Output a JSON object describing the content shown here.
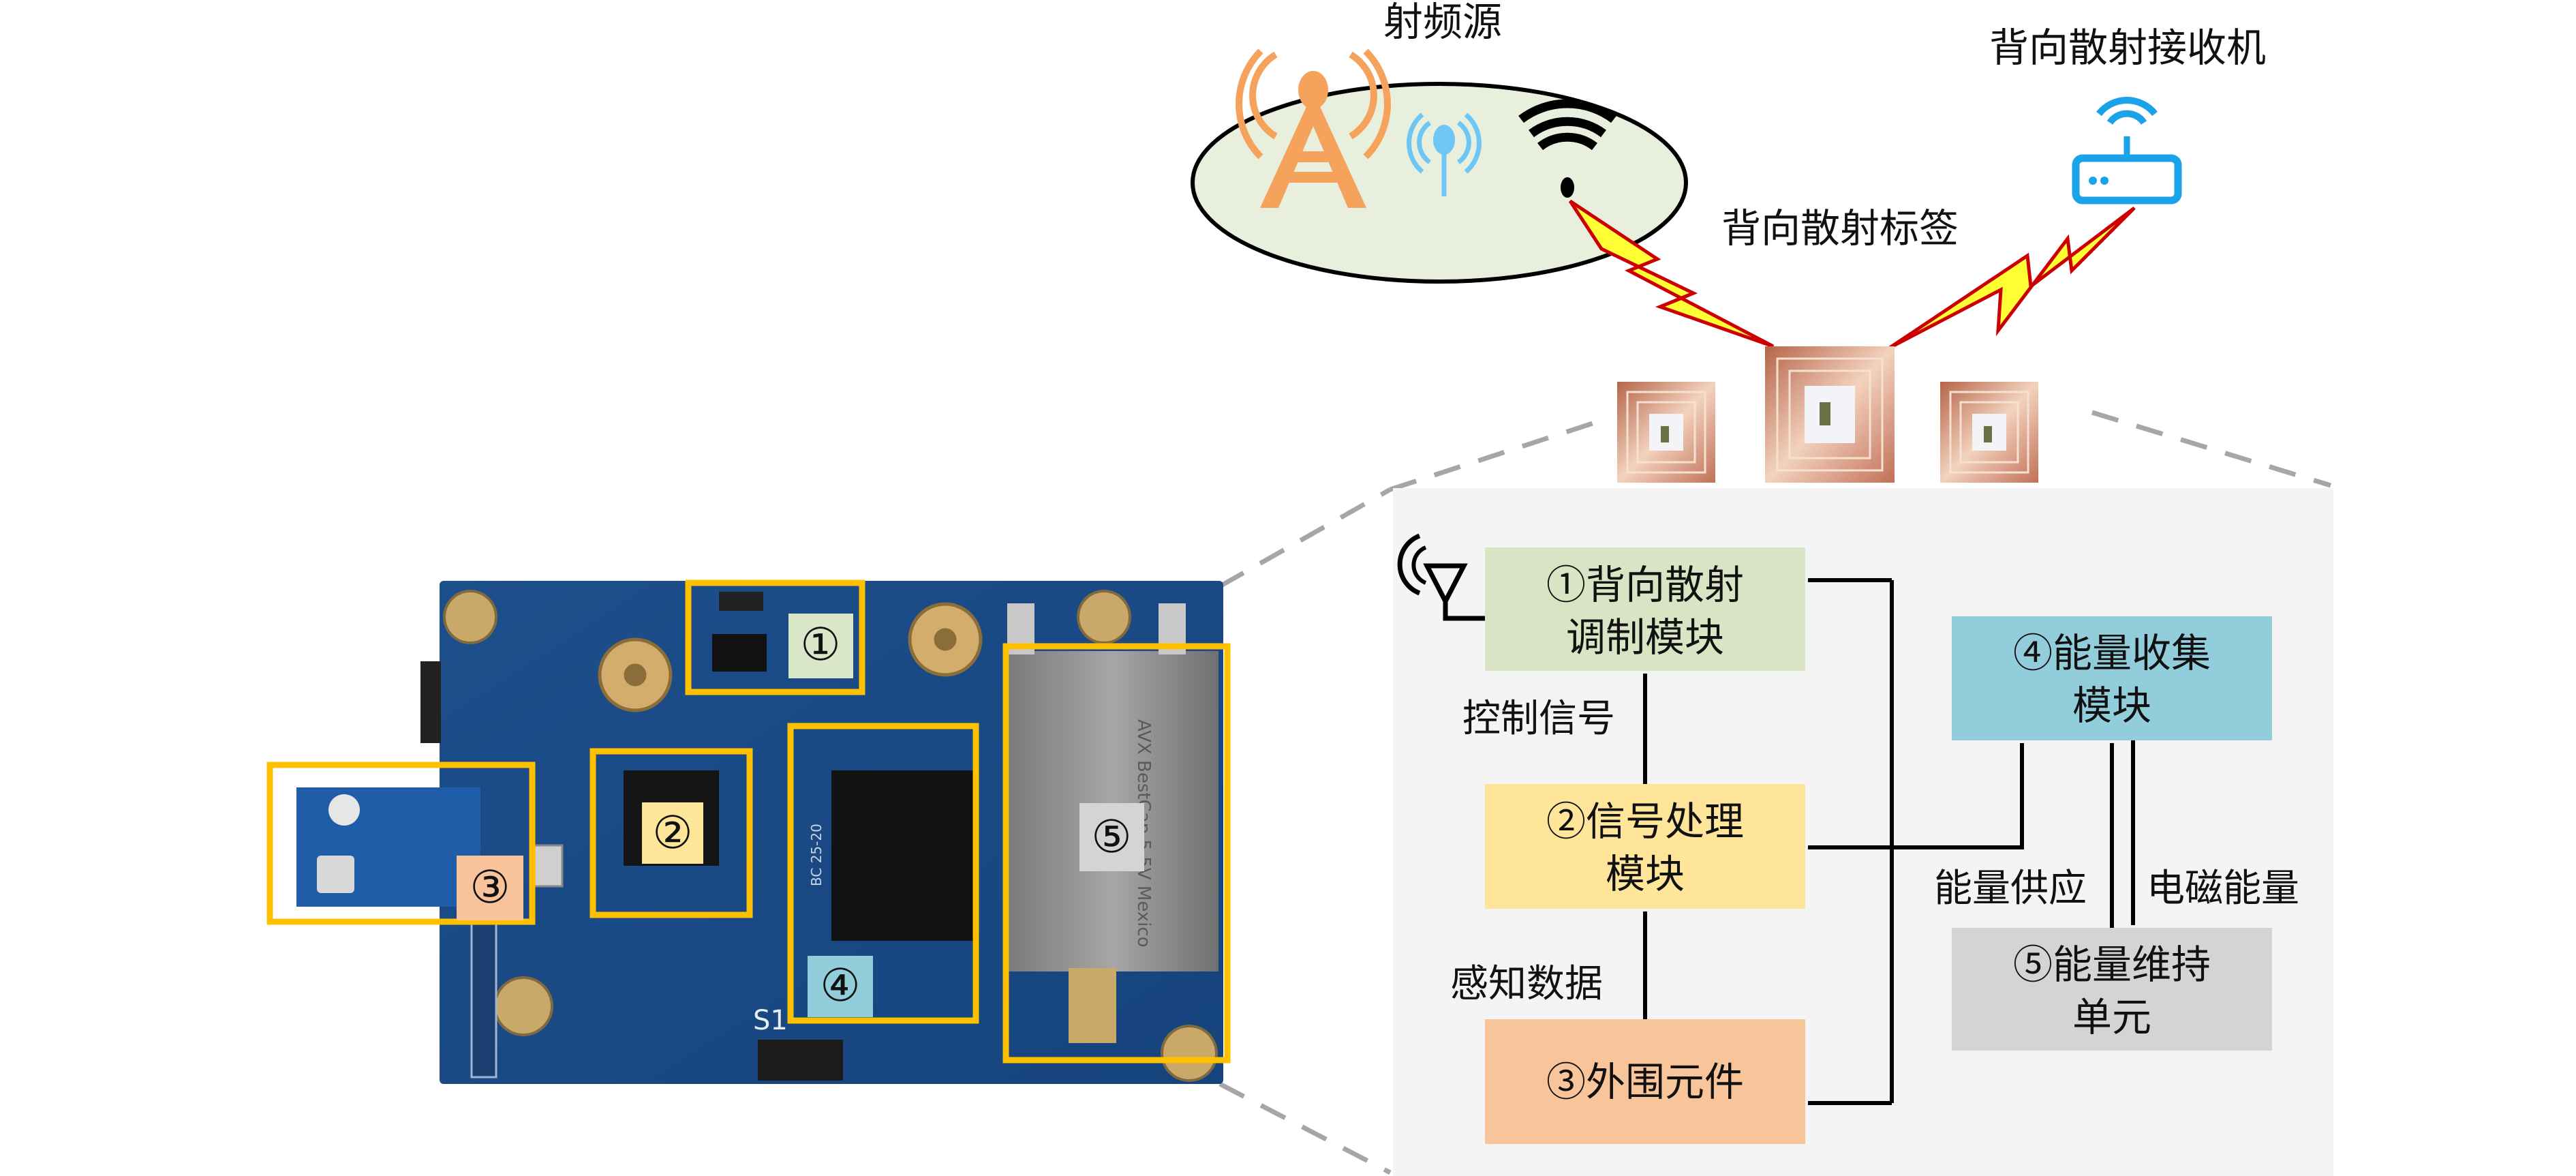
{
  "top": {
    "rf_source_label": "射频源",
    "receiver_label": "背向散射接收机",
    "tag_label": "背向散射标签",
    "colors": {
      "ellipse_fill": "#e8efdc",
      "tower": "#f5a25d",
      "antenna_blue": "#6ec6f5",
      "router_blue": "#1aa3e8",
      "bolt_fill": "#ffff33",
      "bolt_stroke": "#cc0000",
      "dash": "#a6a6a6"
    }
  },
  "board": {
    "markers": [
      {
        "id": "1",
        "glyph": "①",
        "color": "#d9e7c8"
      },
      {
        "id": "2",
        "glyph": "②",
        "color": "#fde59a"
      },
      {
        "id": "3",
        "glyph": "③",
        "color": "#f8c39b"
      },
      {
        "id": "4",
        "glyph": "④",
        "color": "#92cddc"
      },
      {
        "id": "5",
        "glyph": "⑤",
        "color": "#d4d4d4"
      }
    ],
    "silk": {
      "s1": "S1",
      "capacitor": "AVX BestCap 5.5V Mexico",
      "module": "BC 25-20"
    },
    "highlight_color": "#ffc000"
  },
  "diagram": {
    "panel_color": "#f4f4f4",
    "blocks": {
      "b1": {
        "line1": "①背向散射",
        "line2": "调制模块",
        "color": "#d8e4c3"
      },
      "b2": {
        "line1": "②信号处理",
        "line2": "模块",
        "color": "#fee599"
      },
      "b3": {
        "line1": "③外围元件",
        "line2": "",
        "color": "#f8c49a"
      },
      "b4": {
        "line1": "④能量收集",
        "line2": "模块",
        "color": "#92cddc"
      },
      "b5": {
        "line1": "⑤能量维持",
        "line2": "单元",
        "color": "#d4d4d4"
      }
    },
    "edges": {
      "control_signal": "控制信号",
      "sensing_data": "感知数据",
      "energy_supply": "能量供应",
      "em_energy": "电磁能量"
    }
  }
}
